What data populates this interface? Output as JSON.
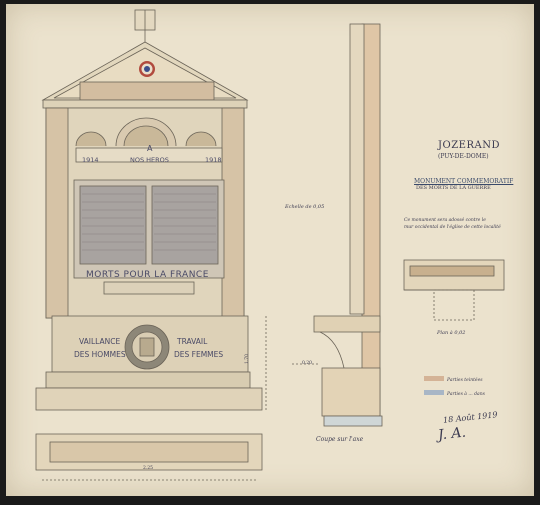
{
  "sheet": {
    "title": "JOZERAND",
    "subtitle": "(PUY-DE-DOME)",
    "monument_label": "MONUMENT COMMEMORATIF",
    "monument_sub": "DES MORTS DE LA GUERRE",
    "note_line1": "Ce monument sera adossé contre le",
    "note_line2": "mur occidental de l'église de cette localité",
    "scale_label": "Echelle de 0,05",
    "plan_label": "Plan à 0,02",
    "section_label": "Coupe sur l'axe",
    "legend_1": "Parties teintées",
    "legend_2": "Parties à ... dans",
    "date": "18 Août 1919",
    "signature": "J. A.",
    "dim_height": "1.70",
    "dim_width": "2.25",
    "dim_depth": "0.20"
  },
  "monument": {
    "year_left": "1914",
    "year_right": "1918",
    "heros": "NOS HEROS",
    "a_letter": "A",
    "morts": "MORTS POUR LA FRANCE",
    "vaillance": "VAILLANCE",
    "travail": "TRAVAIL",
    "hommes": "DES HOMMES",
    "femmes": "DES FEMMES"
  }
}
